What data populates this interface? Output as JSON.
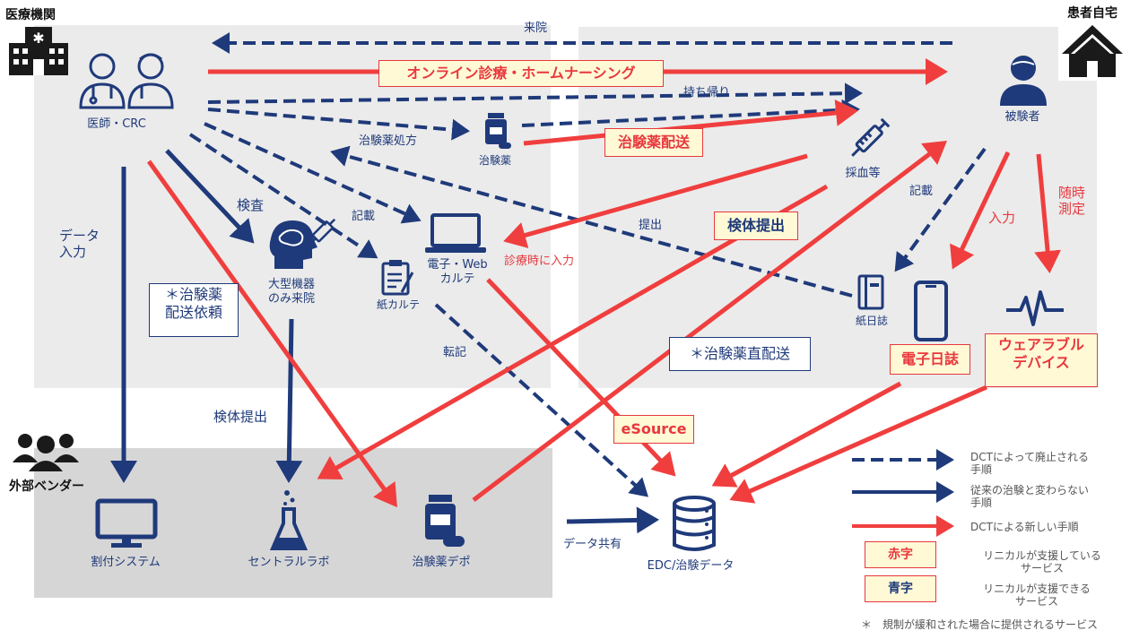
{
  "corners": {
    "medical_institution": "医療機関",
    "patient_home": "患者自宅",
    "external_vendor": "外部ベンダー"
  },
  "nodes": {
    "doctor_crc": "医師・CRC",
    "subject": "被験者",
    "drug": "治験薬",
    "blood_draw": "採血等",
    "large_equipment": "大型機器\nのみ来院",
    "paper_chart": "紙カルテ",
    "ehr": "電子・Web\nカルテ",
    "paper_diary": "紙日誌",
    "allocation_system": "割付システム",
    "central_lab": "セントラルラボ",
    "drug_depot": "治験薬デポ",
    "edc": "EDC/治験データ"
  },
  "arrow_labels": {
    "visit": "来院",
    "take_home": "持ち帰り",
    "drug_prescription": "治験薬処方",
    "exam": "検査",
    "record_paper": "記載",
    "record_diary": "記載",
    "submit": "提出",
    "input_at_visit": "診療時に入力",
    "input": "入力",
    "anytime_measure": "随時\n測定",
    "data_input": "データ\n入力",
    "specimen_submit": "検体提出",
    "transcribe": "転記",
    "data_share": "データ共有"
  },
  "highlights": {
    "online_care": "オンライン診療・ホームナーシング",
    "drug_delivery": "治験薬配送",
    "specimen_submit": "検体提出",
    "esource": "eSource",
    "e_diary": "電子日誌",
    "wearable": "ウェアラブル\nデバイス"
  },
  "boxed_notes": {
    "delivery_request": "＊治験薬\n配送依頼",
    "direct_delivery": "＊治験薬直配送"
  },
  "legend": {
    "dashed_blue": "DCTによって廃止される\n手順",
    "solid_blue": "従来の治験と変わらない\n手順",
    "solid_red": "DCTによる新しい手順",
    "red_text_key": "赤字",
    "red_text_desc": "リニカルが支援している\nサービス",
    "blue_text_key": "青字",
    "blue_text_desc": "リニカルが支援できる\nサービス",
    "footnote": "＊　規制が緩和された場合に提供されるサービス"
  },
  "colors": {
    "navy": "#1f3a7a",
    "red": "#e8383d",
    "zone_gray": "#ebebeb",
    "vendor_gray": "#d6d6d6",
    "highlight_fill": "#fff9d6"
  }
}
